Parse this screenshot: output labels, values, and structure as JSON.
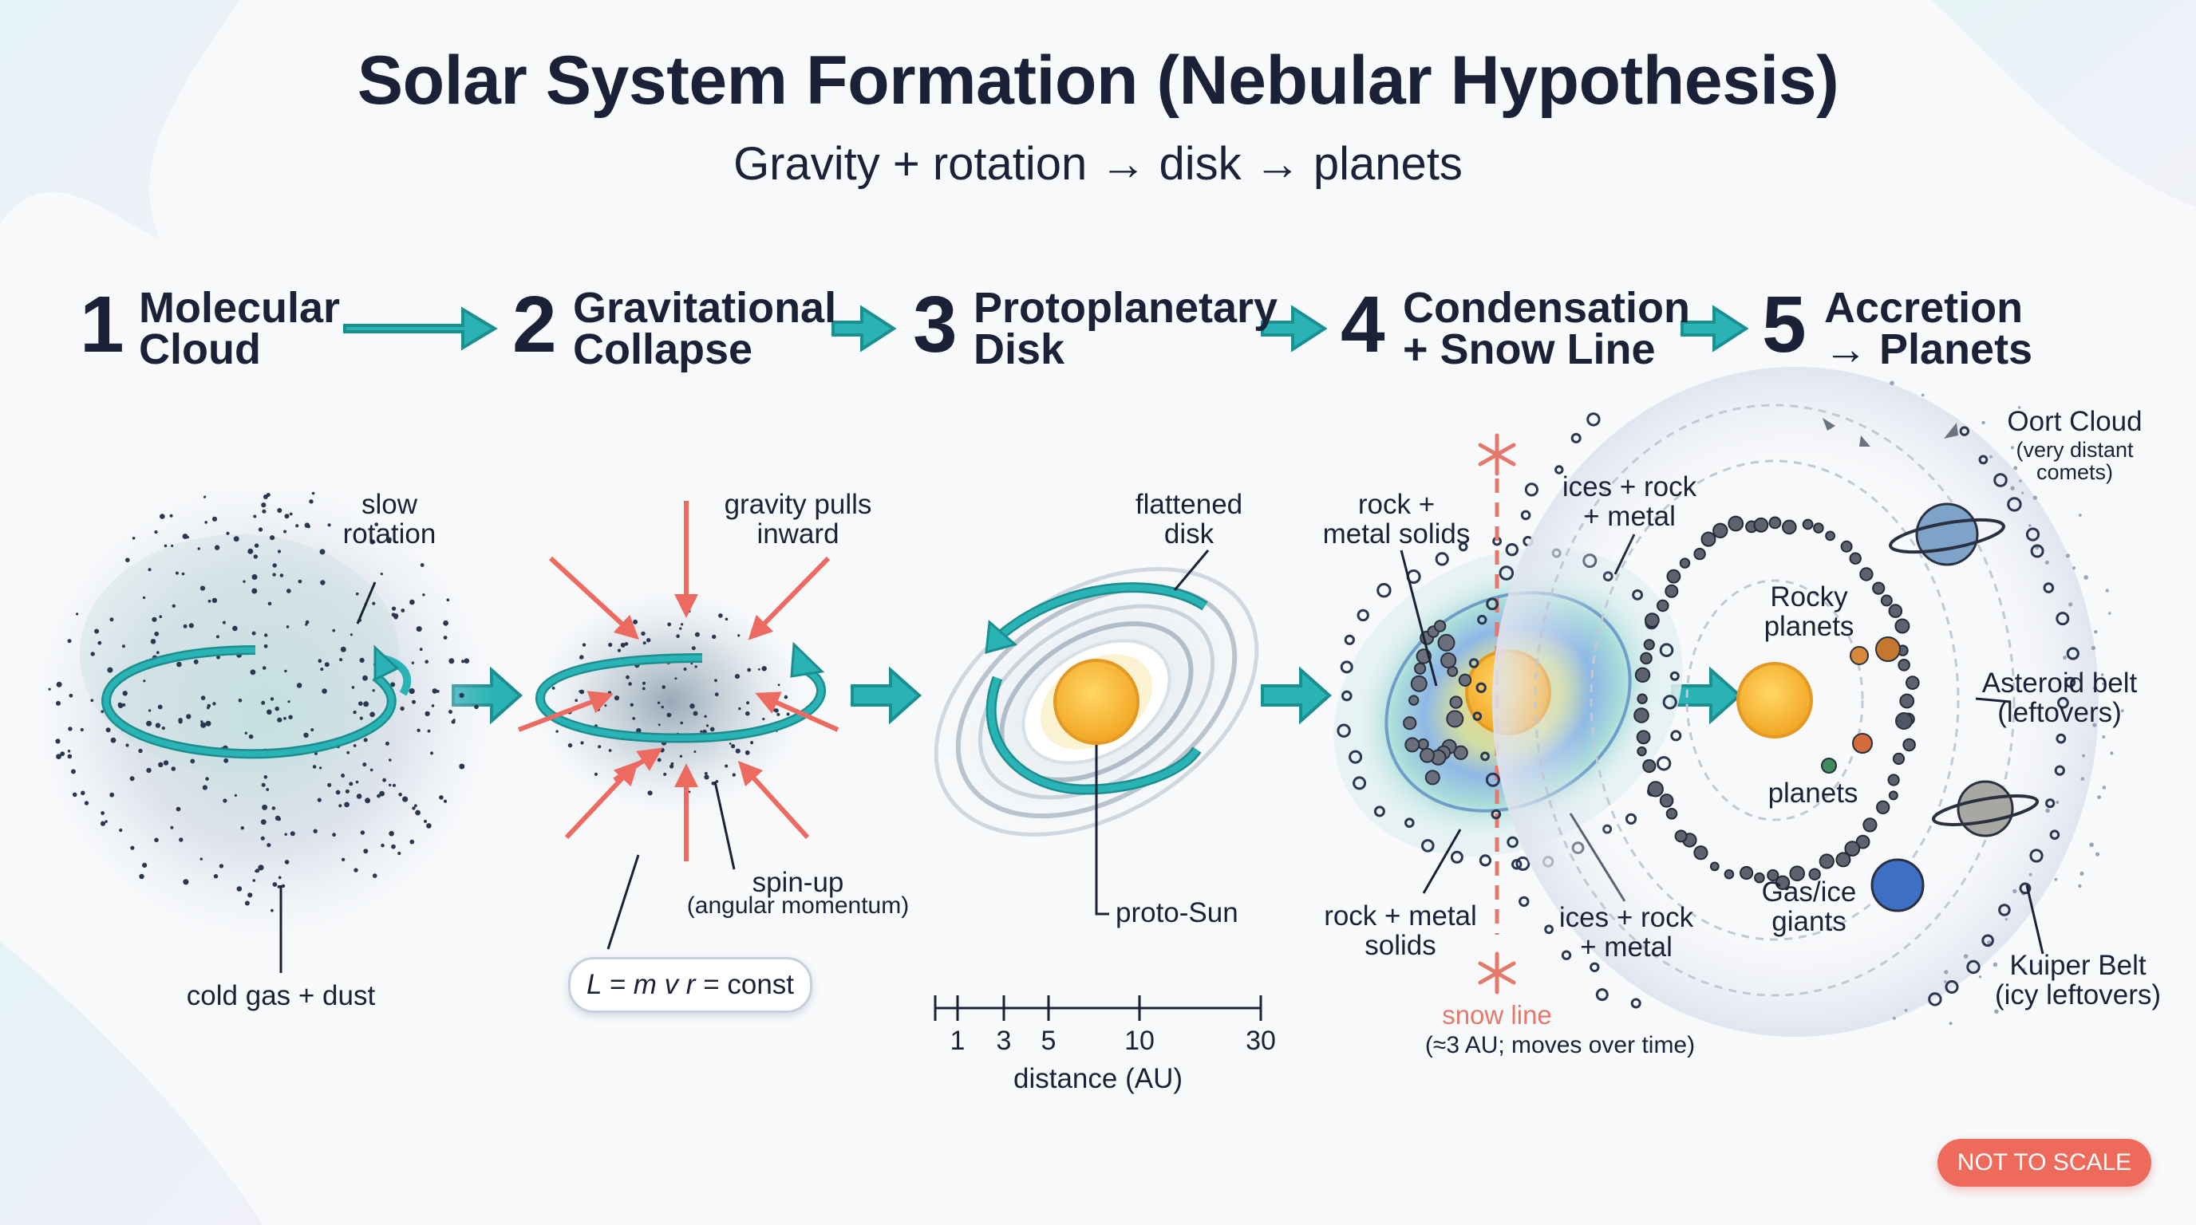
{
  "title": "Solar System Formation (Nebular Hypothesis)",
  "subtitle": "Gravity + rotation → disk → planets",
  "steps": [
    {
      "num": "1",
      "label": "Molecular\nCloud"
    },
    {
      "num": "2",
      "label": "Gravitational\nCollapse"
    },
    {
      "num": "3",
      "label": "Protoplanetary\nDisk"
    },
    {
      "num": "4",
      "label": "Condensation\n+ Snow Line"
    },
    {
      "num": "5",
      "label": "Accretion\n→ Planets"
    }
  ],
  "panel1": {
    "rotation_label": "slow\nrotation",
    "gas_label": "cold gas + dust"
  },
  "panel2": {
    "gravity_label": "gravity pulls\ninward",
    "spin_label": "spin-up",
    "spin_sublabel": "(angular momentum)",
    "formula_var": "L = m v r",
    "formula_rest": " = const"
  },
  "panel3": {
    "disk_label": "flattened\ndisk",
    "sun_label": "proto-Sun",
    "scale_ticks": [
      "1",
      "3",
      "5",
      "10",
      "30"
    ],
    "scale_label": "distance (AU)"
  },
  "panel4": {
    "rock_top": "rock +\nmetal solids",
    "ice_top": "ices + rock\n+ metal",
    "rock_bottom": "rock + metal\nsolids",
    "ice_bottom": "ices + rock\n+ metal",
    "snow_label": "snow line",
    "snow_note": "(≈3 AU; moves over time)"
  },
  "panel5": {
    "oort_label": "Oort Cloud",
    "oort_note": "(very distant\ncomets)",
    "rocky_label": "Rocky\nplanets",
    "planets_label": "planets",
    "asteroid_label": "Asteroid belt\n(leftovers)",
    "giants_label": "Gas/ice\ngiants",
    "kuiper_label": "Kuiper Belt\n(icy leftovers)"
  },
  "badge": "NOT TO SCALE",
  "colors": {
    "teal": "#2ab3b5",
    "red_arrow": "#ec6a60",
    "sun": "#f7b733",
    "navy": "#1b2238",
    "snow_line": "#e5786b"
  }
}
